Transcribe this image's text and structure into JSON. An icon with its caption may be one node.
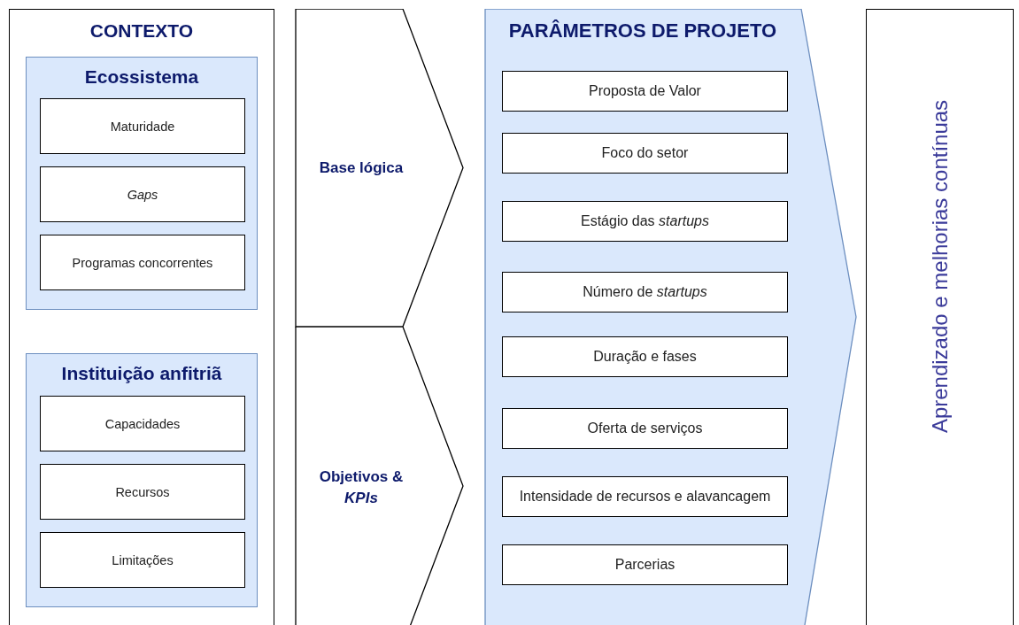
{
  "diagram": {
    "nodes": [
      {
        "text": [
          "CONTEXTO"
        ]
      },
      {
        "text": [
          "Ecossistema"
        ],
        "in": 0
      },
      {
        "text": [
          "Maturidade"
        ],
        "in": 1
      },
      {
        "text": [
          "Gaps"
        ],
        "in": 1
      },
      {
        "text": [
          "Programas concorrentes"
        ],
        "in": 1
      },
      {
        "text": [
          "Instituição anfitriã"
        ],
        "in": 0
      },
      {
        "text": [
          "Capacidades"
        ],
        "in": 5
      },
      {
        "text": [
          "Recursos"
        ],
        "in": 5
      },
      {
        "text": [
          "Limitações"
        ],
        "in": 5
      },
      {
        "text": [
          "Base lógica"
        ]
      },
      {
        "text": [
          "Objetivos & *KPIs*"
        ]
      },
      {
        "text": [
          "PARÂMETROS DE PROJETO"
        ]
      },
      {
        "text": [
          "Proposta de Valor"
        ],
        "in": 11
      },
      {
        "text": [
          "Foco do setor"
        ],
        "in": 11
      },
      {
        "text": [
          "Estágio das *startups*"
        ],
        "in": 11
      },
      {
        "text": [
          "Número de *startups*"
        ],
        "in": 11
      },
      {
        "text": [
          "Duração e fases"
        ],
        "in": 11
      },
      {
        "text": [
          "Oferta de serviços"
        ],
        "in": 11
      },
      {
        "text": [
          "Intensidade de recursos e alavancagem"
        ],
        "in": 11
      },
      {
        "text": [
          "Parcerias"
        ],
        "in": 11
      },
      {
        "text": [
          "Aprendizado e melhorias contínuas"
        ]
      }
    ]
  }
}
